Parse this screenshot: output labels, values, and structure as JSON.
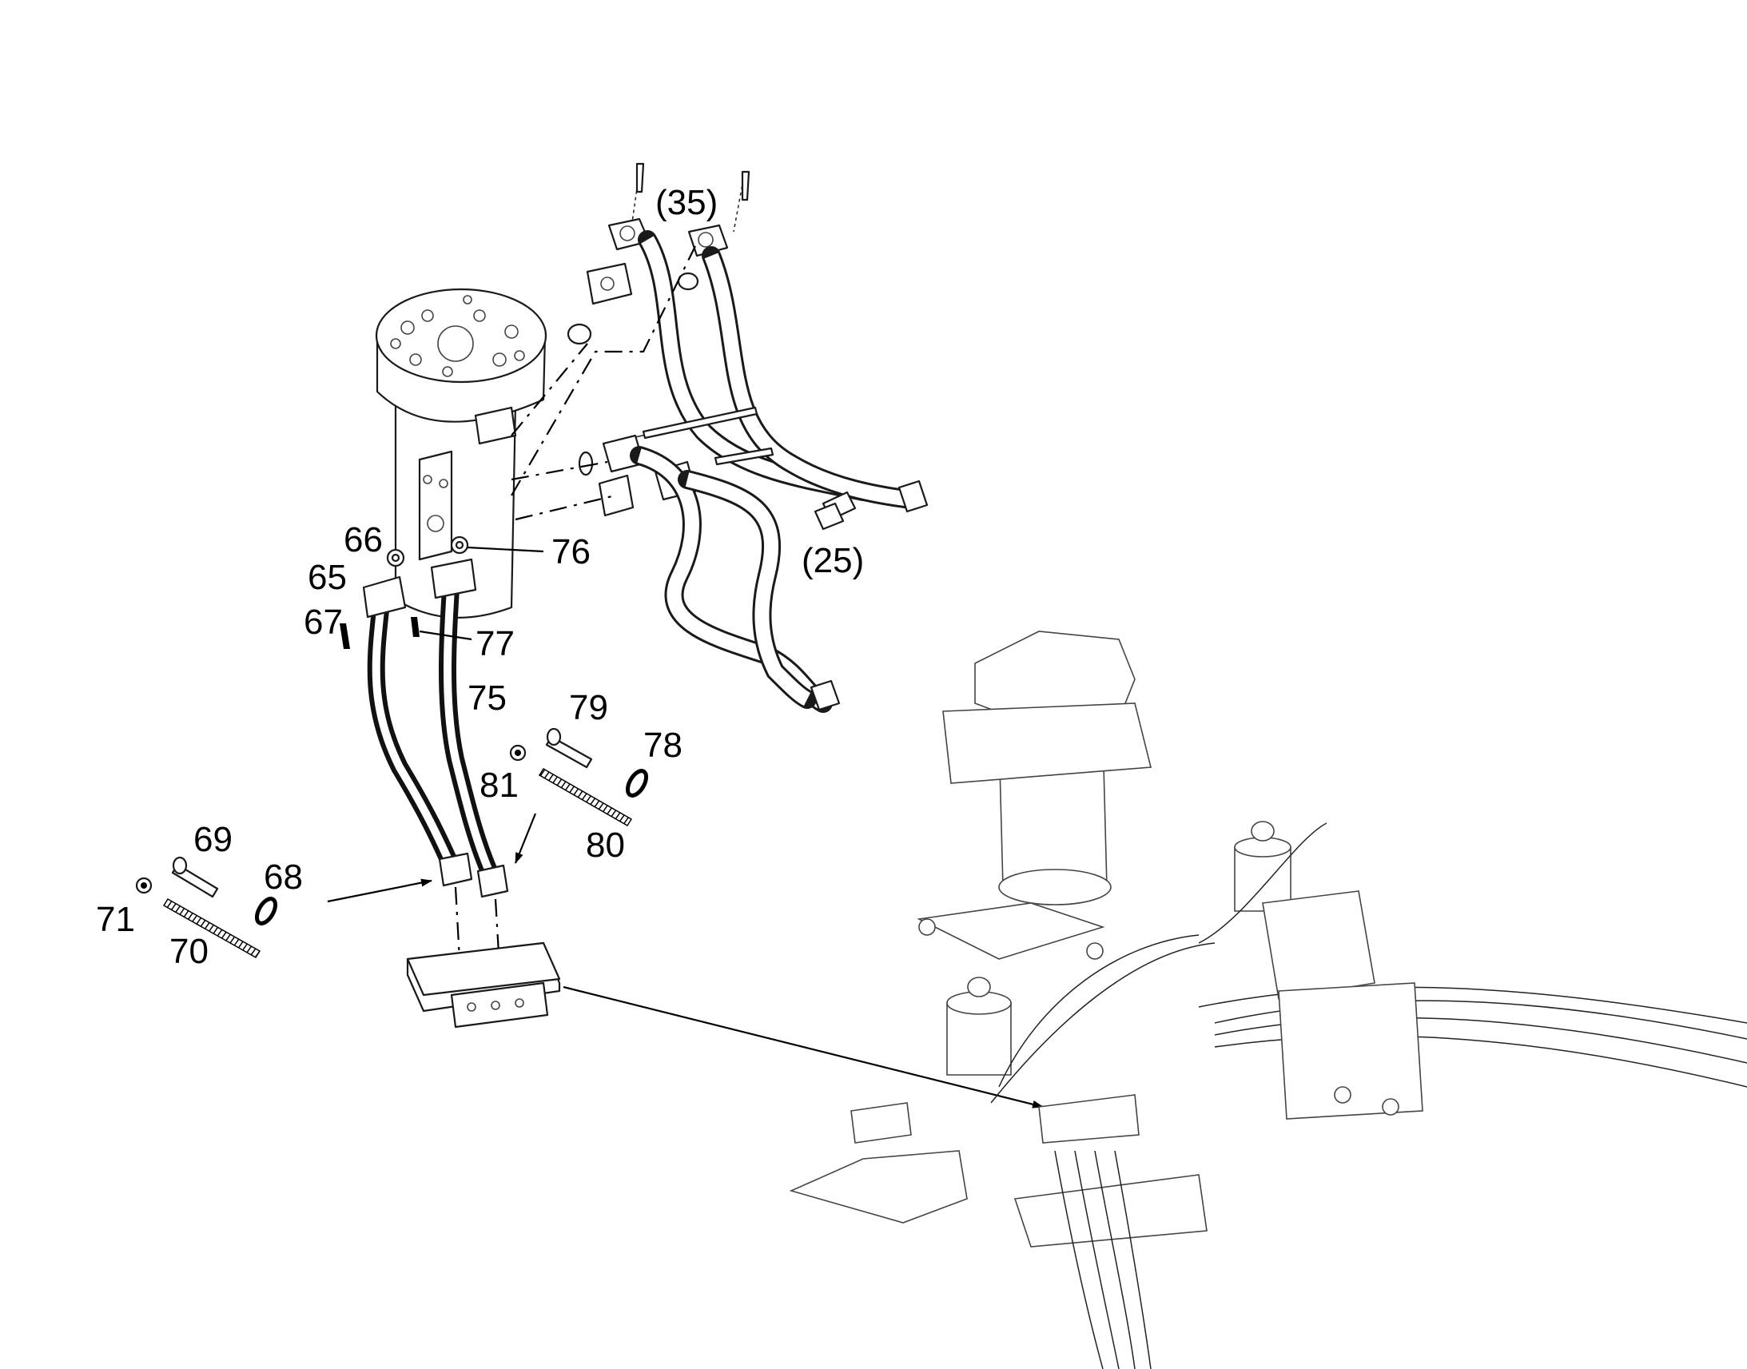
{
  "callouts": {
    "c35": "(35)",
    "c25": "(25)",
    "c65": "65",
    "c66": "66",
    "c67": "67",
    "c68": "68",
    "c69": "69",
    "c70": "70",
    "c71": "71",
    "c75": "75",
    "c76": "76",
    "c77": "77",
    "c78": "78",
    "c79": "79",
    "c80": "80",
    "c81": "81"
  }
}
